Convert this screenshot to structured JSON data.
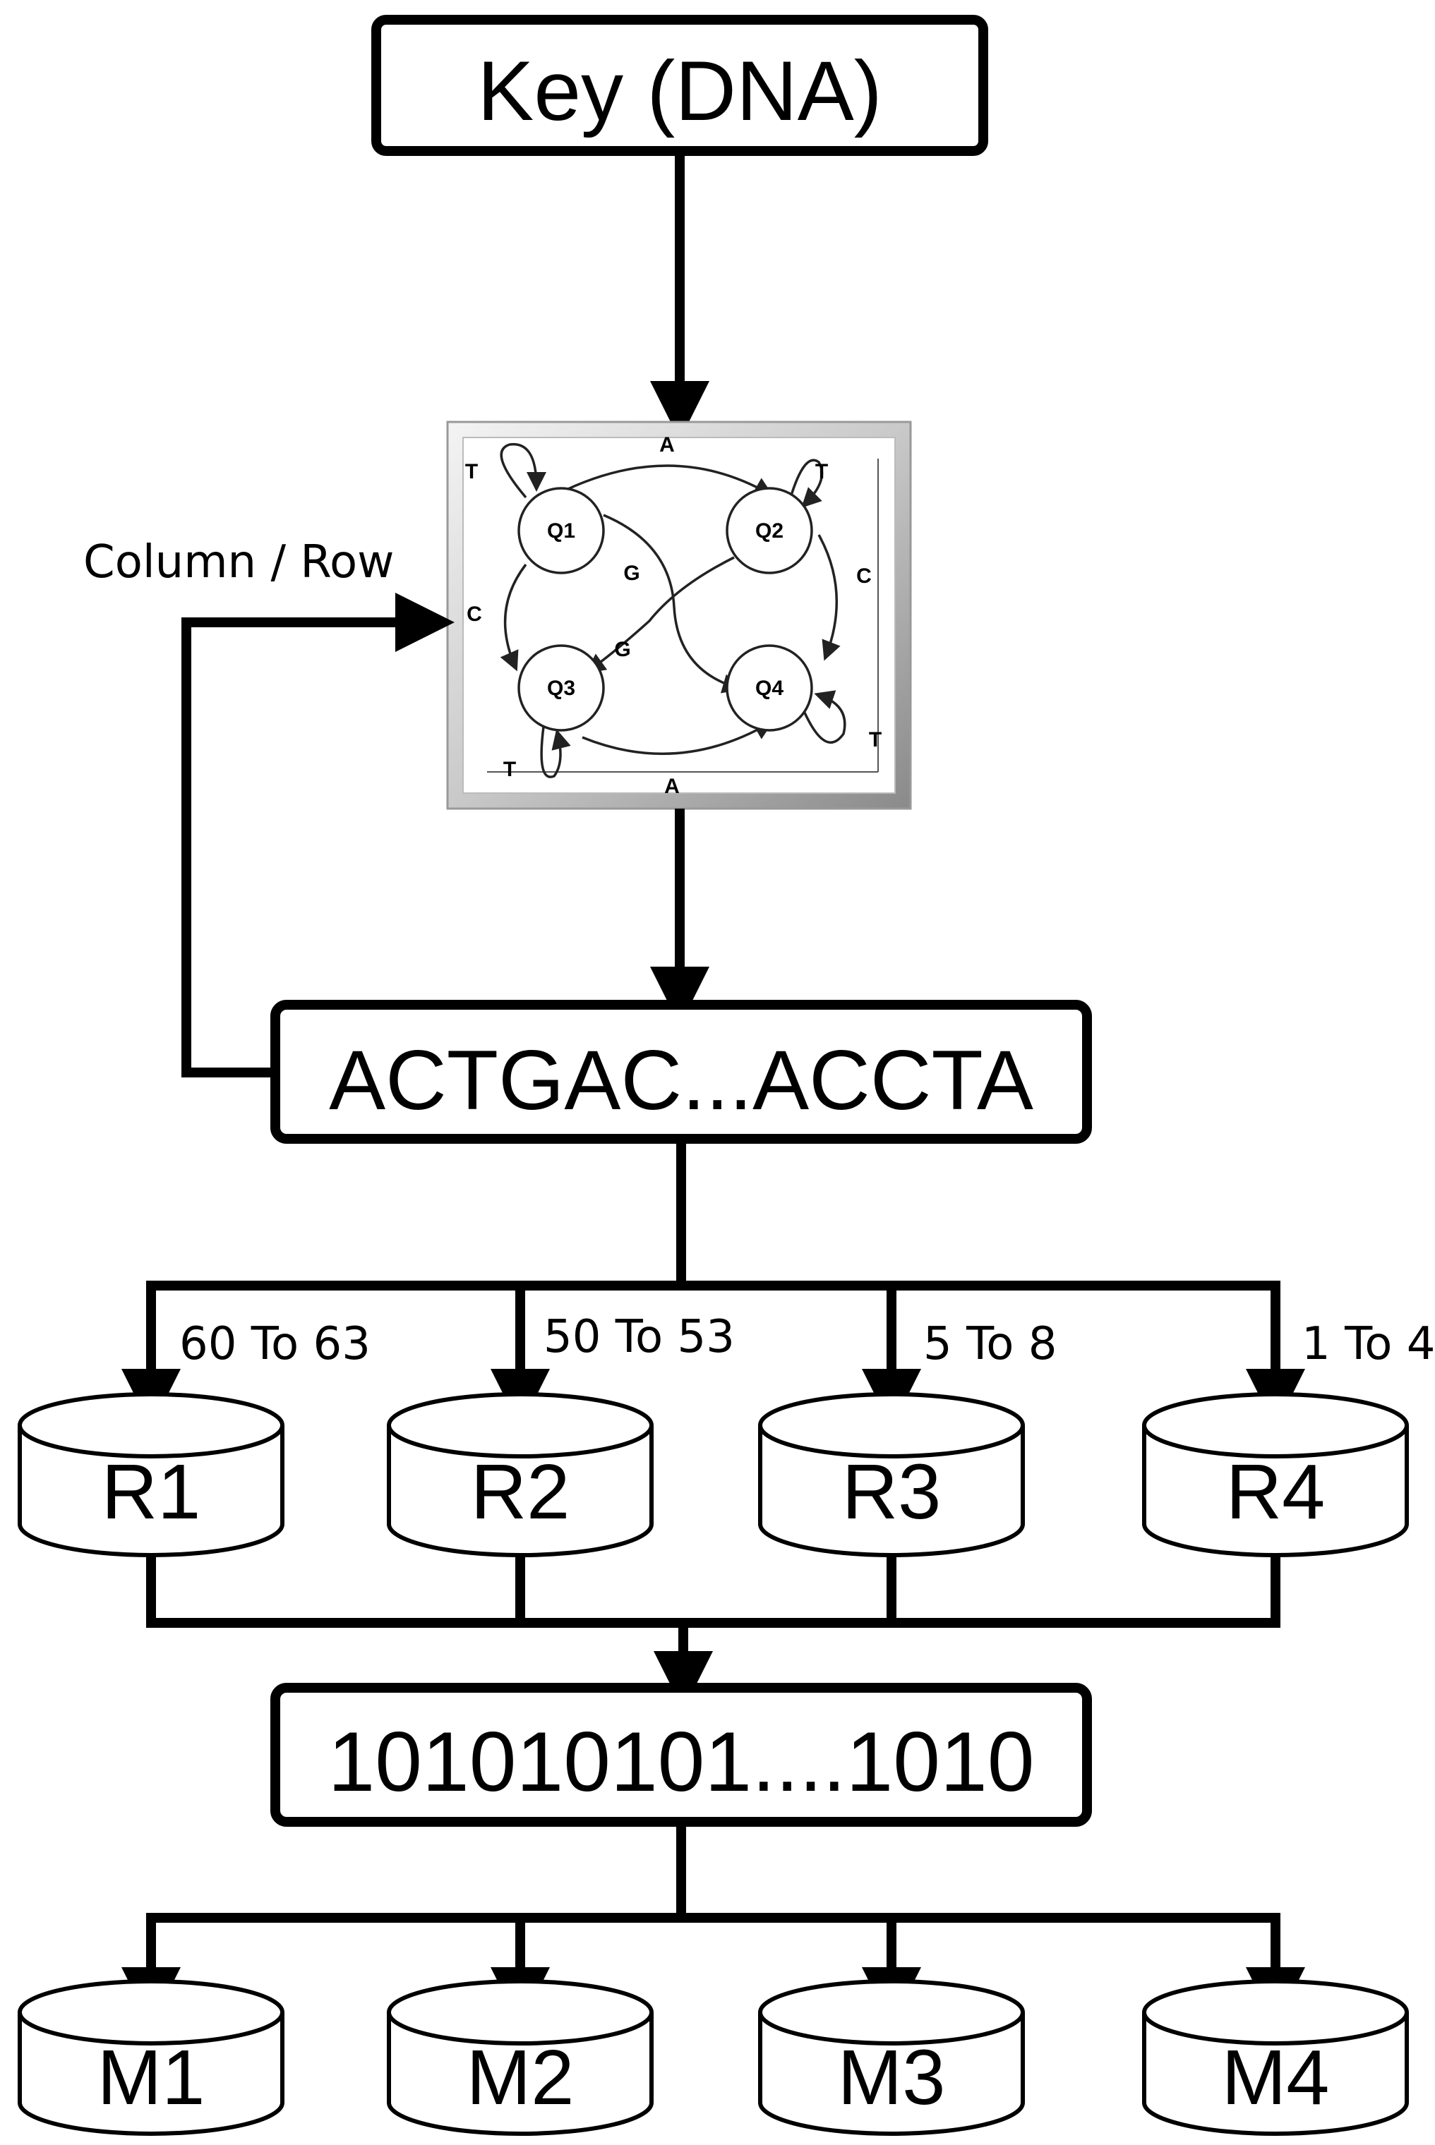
{
  "nodes": {
    "key": "Key (DNA)",
    "dna_sequence": "ACTGAC...ACCTA",
    "binary_sequence": "101010101....1010"
  },
  "feedback_label": "Column / Row",
  "automaton": {
    "states": [
      "Q1",
      "Q2",
      "Q3",
      "Q4"
    ],
    "edge_labels": {
      "top_A": "A",
      "bottom_A": "A",
      "q1_loop_T": "T",
      "q2_loop_T": "T",
      "q3_loop_T": "T",
      "q4_loop_T": "T",
      "left_C": "C",
      "right_C": "C",
      "center_G_upper": "G",
      "center_G_lower": "G"
    }
  },
  "ranges": [
    "60 To 63",
    "50 To 53",
    "5 To 8",
    "1 To 4"
  ],
  "registers": [
    "R1",
    "R2",
    "R3",
    "R4"
  ],
  "memories": [
    "M1",
    "M2",
    "M3",
    "M4"
  ]
}
